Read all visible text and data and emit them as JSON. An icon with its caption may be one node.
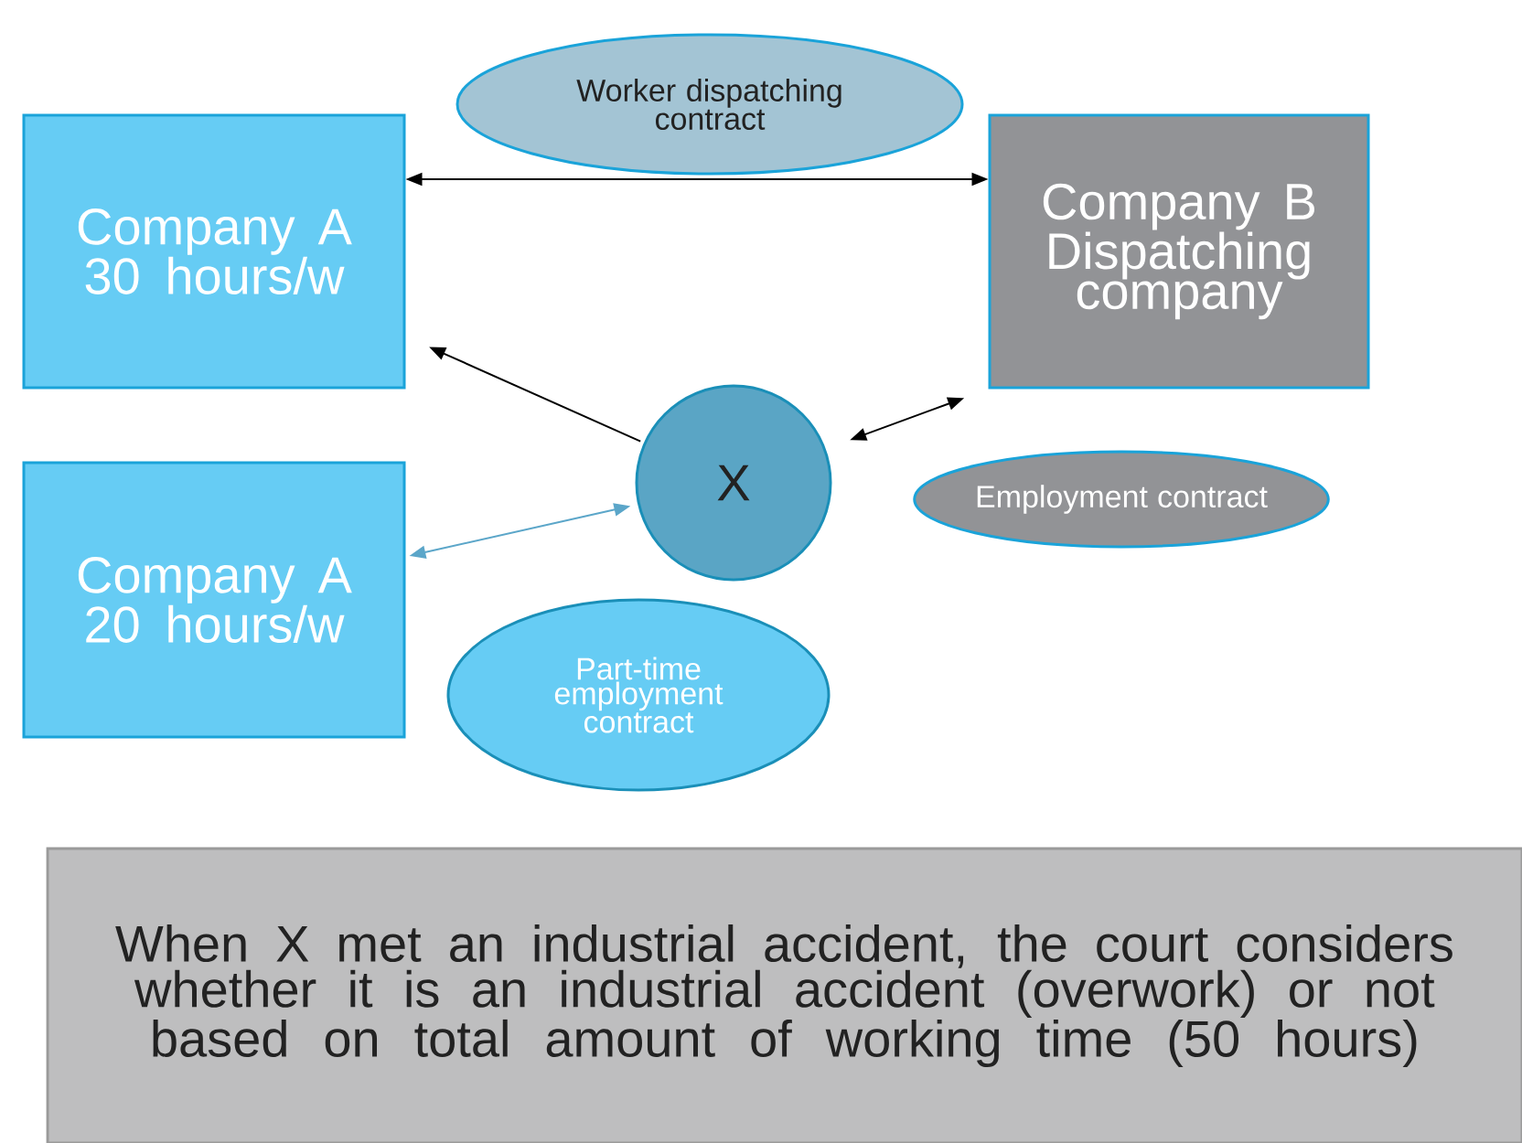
{
  "diagram": {
    "nodes": [
      {
        "text": [
          "Worker dispatching contract"
        ]
      },
      {
        "text": [
          "Company A 30 hours/w"
        ]
      },
      {
        "text": [
          "Company B Dispatching company"
        ]
      },
      {
        "text": [
          "X"
        ]
      },
      {
        "text": [
          "Employment contract"
        ]
      },
      {
        "text": [
          "Company A 20 hours/w"
        ]
      },
      {
        "text": [
          "Part-time employment contract"
        ]
      },
      {
        "text": [
          "When X met an industrial accident, the court considers whether it is an industrial accident (overwork) or not based on total amount of working time (50 hours)"
        ]
      }
    ],
    "edges": [
      {
        "from": 1,
        "to": 2,
        "arrow": "both"
      },
      {
        "from": 3,
        "to": 1,
        "arrow": "to"
      },
      {
        "from": 3,
        "to": 2,
        "arrow": "both"
      },
      {
        "from": 5,
        "to": 3,
        "arrow": "both",
        "color": "#5ba6c9"
      }
    ]
  }
}
